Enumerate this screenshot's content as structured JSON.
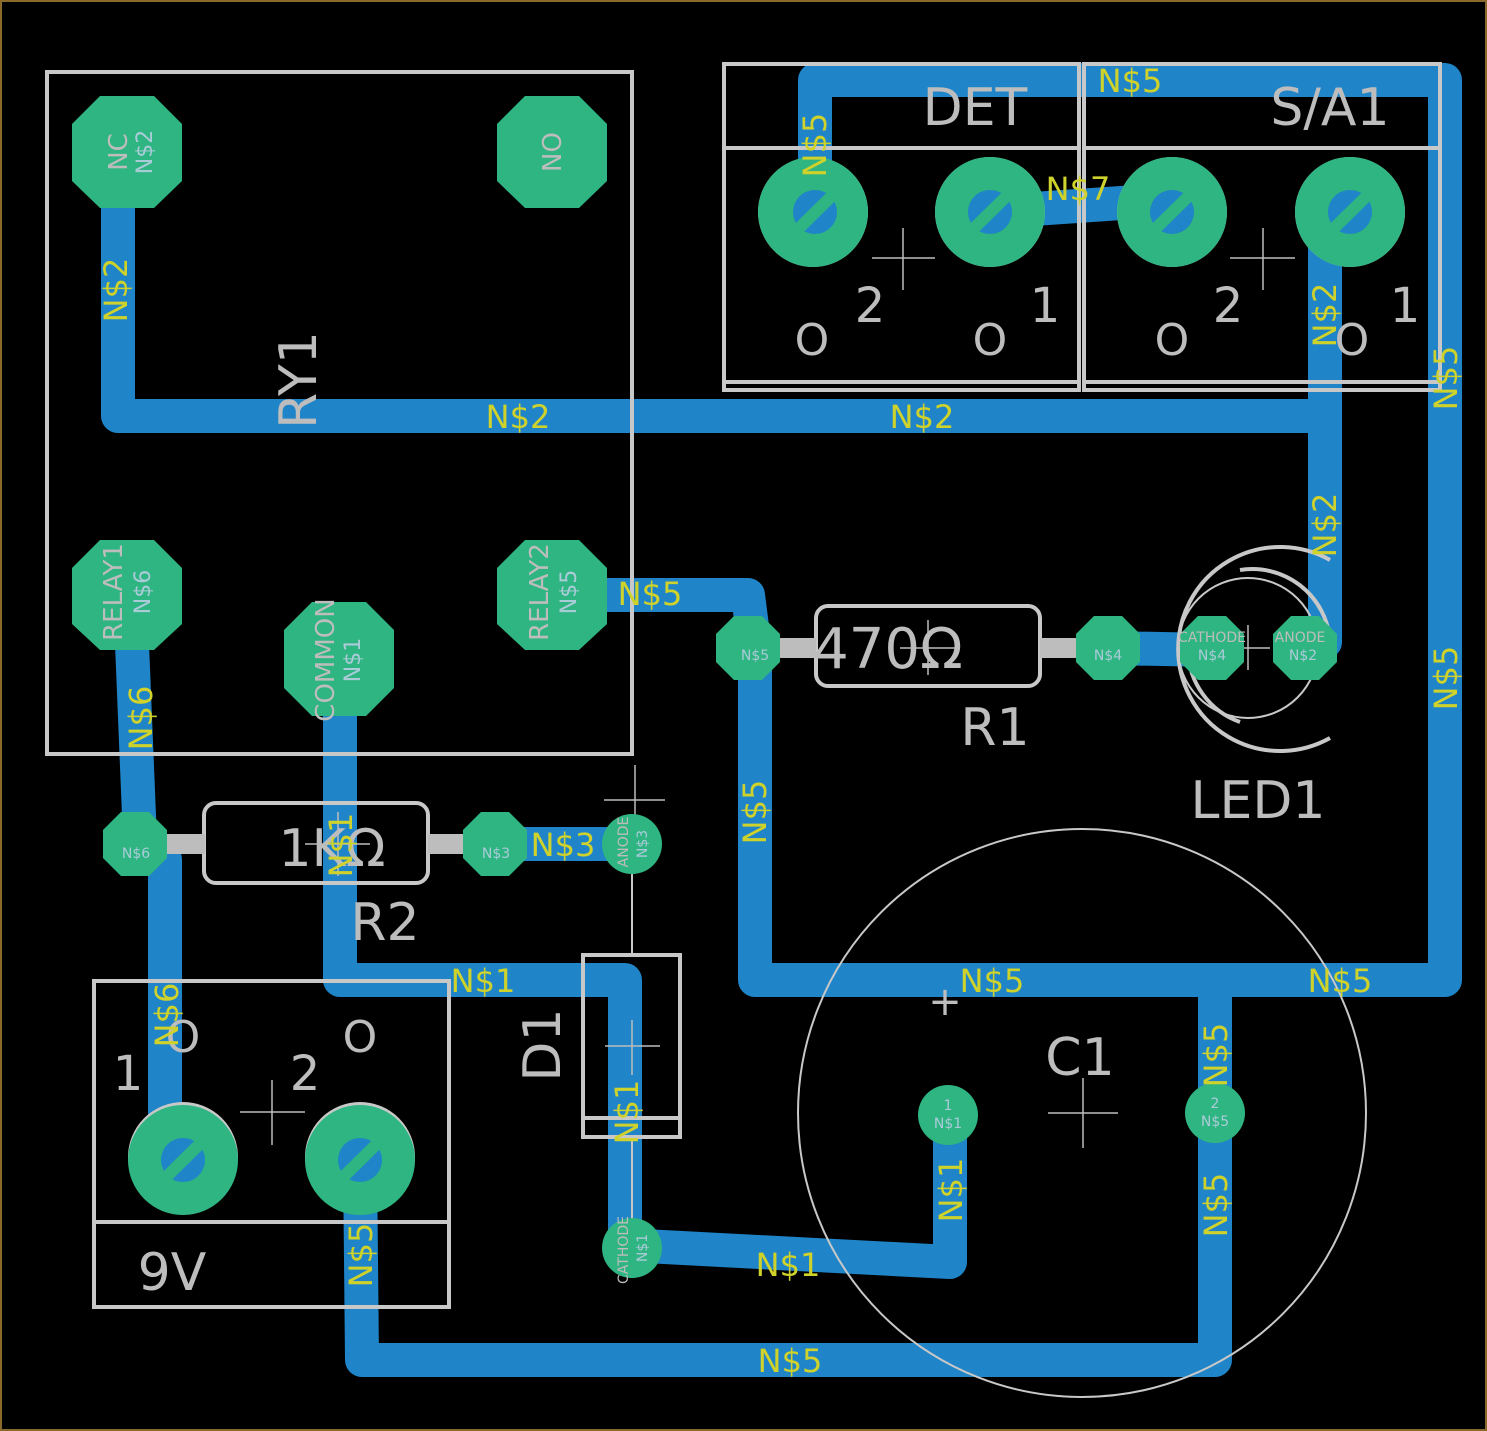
{
  "colors": {
    "background": "#000000",
    "trace": "#1f84c8",
    "pad": "#2fb582",
    "net_label": "#cfd22b",
    "silkscreen": "#c8c8c8"
  },
  "components": {
    "RY1": {
      "ref": "RY1",
      "pins": {
        "nc": "NC",
        "no": "NO",
        "relay1": "RELAY1",
        "relay2": "RELAY2",
        "common": "COMMON"
      }
    },
    "DET": {
      "ref": "DET",
      "pin1": "1",
      "pin2": "2",
      "hole": "O"
    },
    "SA1": {
      "ref": "S/A1",
      "pin1": "1",
      "pin2": "2",
      "hole": "O"
    },
    "R1": {
      "ref": "R1",
      "value": "470Ω"
    },
    "R2": {
      "ref": "R2",
      "value": "1KΩ"
    },
    "LED1": {
      "ref": "LED1",
      "pins": {
        "cathode": "CATHODE",
        "anode": "ANODE"
      }
    },
    "D1": {
      "ref": "D1",
      "pins": {
        "anode": "ANODE",
        "cathode": "CATHODE"
      }
    },
    "C1": {
      "ref": "C1",
      "plus": "+",
      "pin1": "1",
      "pin2": "2"
    },
    "PWR": {
      "ref": "9V",
      "pin1": "1",
      "pin2": "2",
      "hole": "O"
    }
  },
  "nets": {
    "n1": "N$1",
    "n2": "N$2",
    "n3": "N$3",
    "n4": "N$4",
    "n5": "N$5",
    "n6": "N$6",
    "n7": "N$7"
  },
  "pad_numbers": {
    "p1": "1",
    "p2": "2"
  }
}
